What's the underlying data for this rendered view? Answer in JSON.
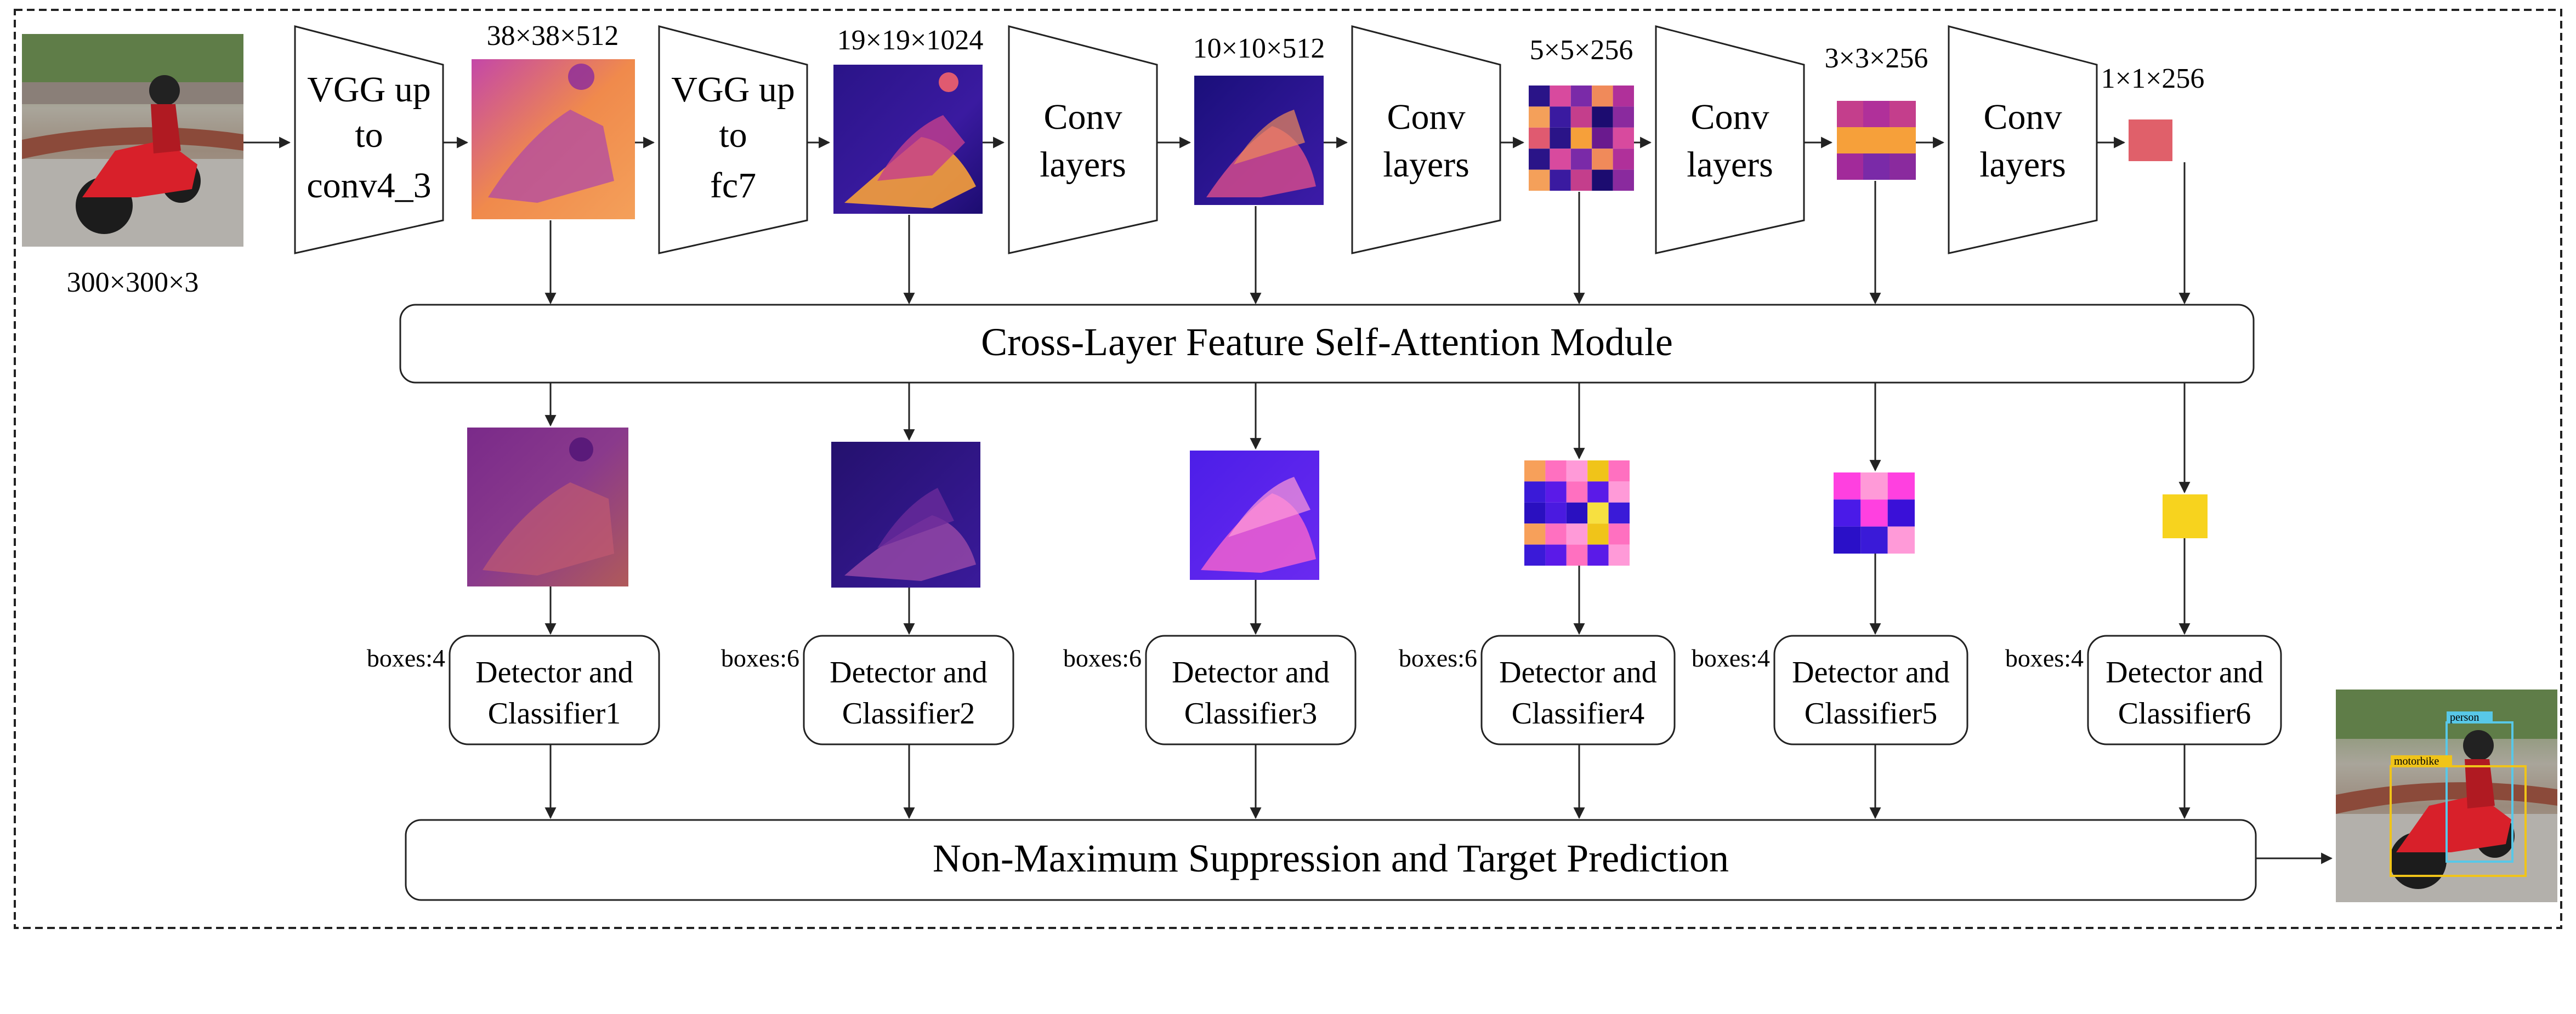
{
  "input": {
    "dim_label": "300×300×3"
  },
  "backbone": [
    {
      "line1": "VGG up",
      "line2": "to",
      "line3": "conv4_3"
    },
    {
      "line1": "VGG up",
      "line2": "to",
      "line3": "fc7"
    },
    {
      "line1": "Conv",
      "line2": "layers"
    },
    {
      "line1": "Conv",
      "line2": "layers"
    },
    {
      "line1": "Conv",
      "line2": "layers"
    },
    {
      "line1": "Conv",
      "line2": "layers"
    }
  ],
  "feature_maps": [
    {
      "dim": "38×38×512"
    },
    {
      "dim": "19×19×1024"
    },
    {
      "dim": "10×10×512"
    },
    {
      "dim": "5×5×256"
    },
    {
      "dim": "3×3×256"
    },
    {
      "dim": "1×1×256"
    }
  ],
  "attention_module": {
    "label": "Cross-Layer Feature Self-Attention Module"
  },
  "detectors": [
    {
      "boxes": "boxes:4",
      "line1": "Detector and",
      "line2": "Classifier1"
    },
    {
      "boxes": "boxes:6",
      "line1": "Detector and",
      "line2": "Classifier2"
    },
    {
      "boxes": "boxes:6",
      "line1": "Detector and",
      "line2": "Classifier3"
    },
    {
      "boxes": "boxes:6",
      "line1": "Detector and",
      "line2": "Classifier4"
    },
    {
      "boxes": "boxes:4",
      "line1": "Detector and",
      "line2": "Classifier5"
    },
    {
      "boxes": "boxes:4",
      "line1": "Detector and",
      "line2": "Classifier6"
    }
  ],
  "nms": {
    "label": "Non-Maximum Suppression  and Target Prediction"
  },
  "output_image": {
    "tag_person": "person",
    "tag_motorbike": "motorbike"
  },
  "colors": {
    "frame": "#222222",
    "motorbike_red": "#d8202a",
    "heatmap_dark": "#1a0a6e",
    "heatmap_mid": "#b0309a",
    "heatmap_bright": "#f7d31e",
    "box_yellow": "#f0c419",
    "box_cyan": "#58c8e8"
  }
}
